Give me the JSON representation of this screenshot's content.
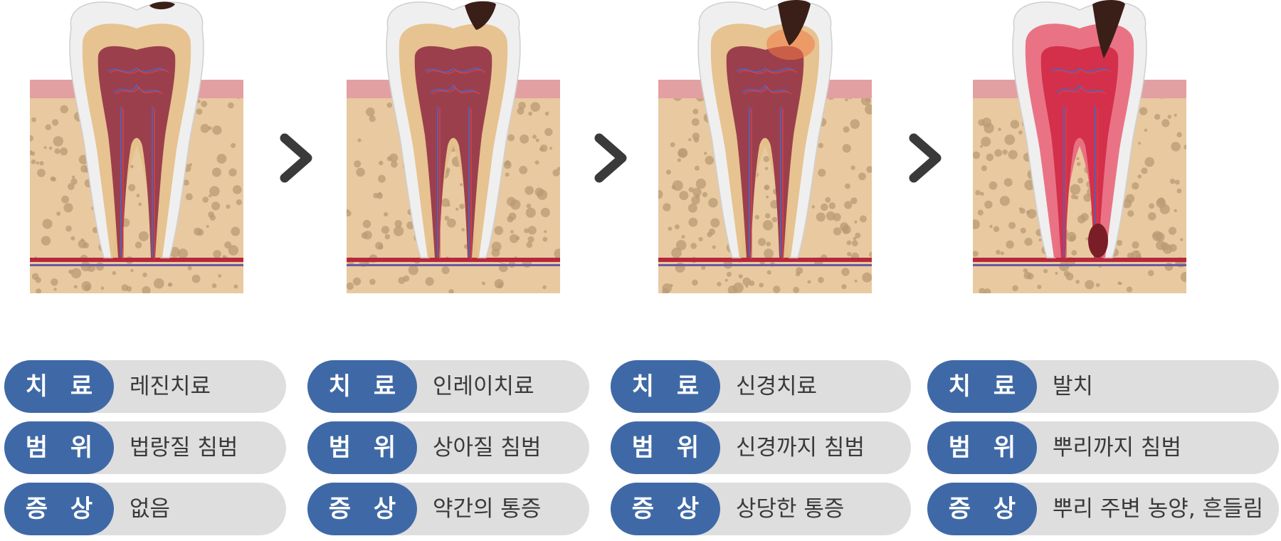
{
  "colors": {
    "label_bg": "#3f69a6",
    "label_text": "#ffffff",
    "row_bg": "#dedede",
    "value_text": "#3a3a3a",
    "arrow": "#3a3a3a",
    "bone": "#e9c9a0",
    "bone_spots": "#b89a74",
    "gum": "#e3a0a2",
    "enamel": "#efefef",
    "dentin": "#e5c08a",
    "pulp": "#9c3f4d",
    "decay": "#3a1f18",
    "infection": "#d4304b"
  },
  "stages": [
    {
      "id": "enamel-decay",
      "decay_level": 1,
      "rows": [
        {
          "label": "치 료",
          "value": "레진치료"
        },
        {
          "label": "범 위",
          "value": "법랑질 침범"
        },
        {
          "label": "증 상",
          "value": "없음"
        }
      ]
    },
    {
      "id": "dentin-decay",
      "decay_level": 2,
      "rows": [
        {
          "label": "치 료",
          "value": "인레이치료"
        },
        {
          "label": "범 위",
          "value": "상아질 침범"
        },
        {
          "label": "증 상",
          "value": "약간의 통증"
        }
      ]
    },
    {
      "id": "pulp-decay",
      "decay_level": 3,
      "rows": [
        {
          "label": "치 료",
          "value": "신경치료"
        },
        {
          "label": "범 위",
          "value": "신경까지 침범"
        },
        {
          "label": "증 상",
          "value": "상당한 통증"
        }
      ]
    },
    {
      "id": "root-decay",
      "decay_level": 4,
      "rows": [
        {
          "label": "치 료",
          "value": "발치"
        },
        {
          "label": "범 위",
          "value": "뿌리까지 침범"
        },
        {
          "label": "증 상",
          "value": "뿌리 주변 농양, 흔들림"
        }
      ]
    }
  ],
  "arrow_icon": "chevron-right-icon"
}
